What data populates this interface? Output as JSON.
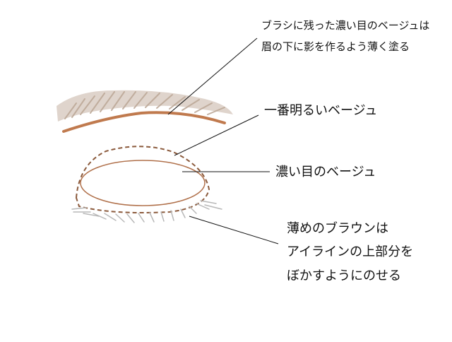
{
  "labels": {
    "brow_line1": "ブラシに残った濃い目のベージュは",
    "brow_line2": "眉の下に影を作るよう薄く塗る",
    "brightest": "一番明るいベージュ",
    "dark_beige": "濃い目のベージュ",
    "brown_line1": "薄めのブラウンは",
    "brown_line2": "アイラインの上部分を",
    "brown_line3": "ぼかすようにのせる"
  },
  "colors": {
    "brow_shadow": "#cbbcb0",
    "brow_stroke": "#c07a4e",
    "eye_outline": "#b0704a",
    "dashed_outline": "#8b5a3c",
    "lashes": "#b8b8b8",
    "leader_lines": "#111111",
    "background": "#ffffff"
  }
}
